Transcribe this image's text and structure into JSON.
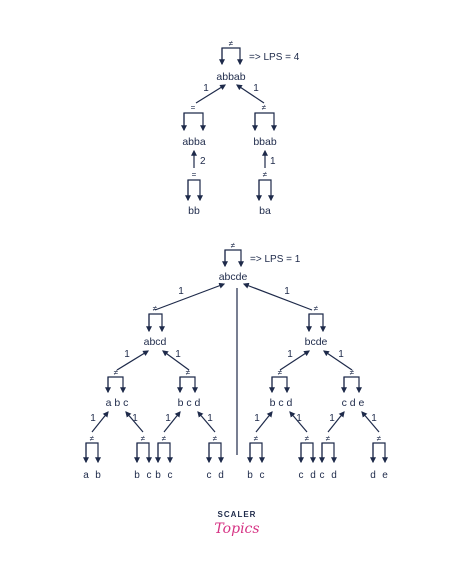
{
  "top_tree": {
    "root_label": "abbab",
    "root_sign": "≠",
    "result_note": "=> LPS = 4",
    "left_child": {
      "label": "abba",
      "sign": "=",
      "edge": "1"
    },
    "right_child": {
      "label": "bbab",
      "sign": "≠",
      "edge": "1"
    },
    "left_leaf": {
      "label": "bb",
      "sign": "=",
      "edge": "2"
    },
    "right_leaf": {
      "label": "ba",
      "sign": "≠",
      "edge": "1"
    }
  },
  "bottom_tree": {
    "root_label": "abcde",
    "root_sign": "≠",
    "result_note": "=> LPS = 1",
    "root_edges": [
      "1",
      "1"
    ],
    "level1": [
      {
        "label": "abcd",
        "sign": "≠"
      },
      {
        "label": "bcde",
        "sign": "≠"
      }
    ],
    "level1_edges": [
      "1",
      "1",
      "1",
      "1"
    ],
    "level2": [
      {
        "label": "a b c",
        "sign": "≠"
      },
      {
        "label": "b c d",
        "sign": "≠"
      },
      {
        "label": "b c d",
        "sign": "≠"
      },
      {
        "label": "c d e",
        "sign": "≠"
      }
    ],
    "level2_edges": [
      "1",
      "1",
      "1",
      "1",
      "1",
      "1",
      "1",
      "1"
    ],
    "level3": [
      {
        "left": "a",
        "right": "b",
        "sign": "≠"
      },
      {
        "left": "b",
        "right": "c",
        "sign": "≠"
      },
      {
        "left": "b",
        "right": "c",
        "sign": "≠"
      },
      {
        "left": "c",
        "right": "d",
        "sign": "≠"
      },
      {
        "left": "b",
        "right": "c",
        "sign": "≠"
      },
      {
        "left": "c",
        "right": "d",
        "sign": "≠"
      },
      {
        "left": "c",
        "right": "d",
        "sign": "≠"
      },
      {
        "left": "d",
        "right": "e",
        "sign": "≠"
      }
    ]
  },
  "logo": {
    "top": "SCALER",
    "bottom": "Topics"
  },
  "colors": {
    "ink": "#1e2a4a",
    "brand": "#d63384"
  }
}
